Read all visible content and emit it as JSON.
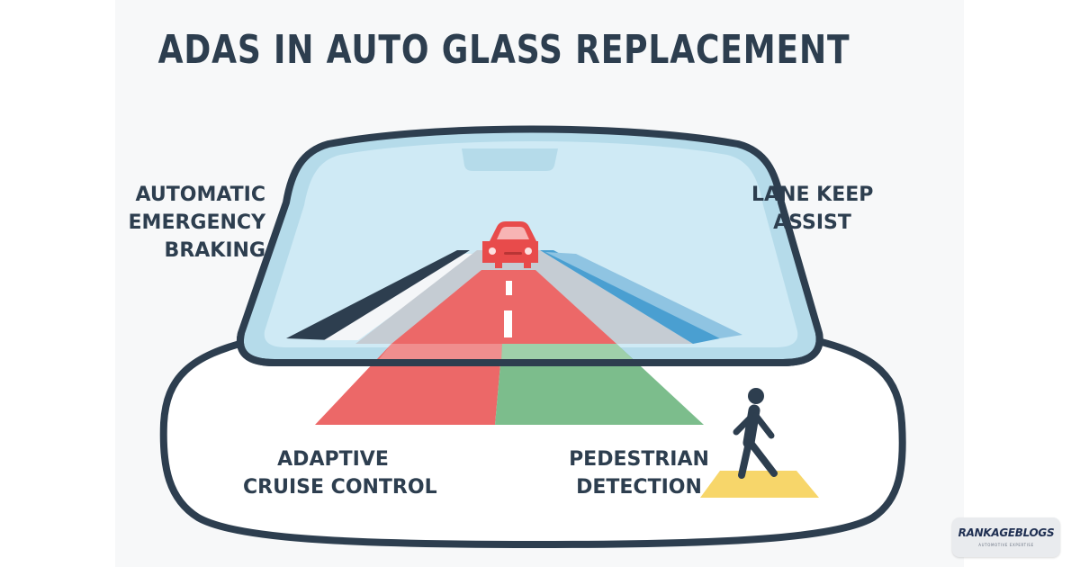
{
  "title": "ADAS IN AUTO GLASS REPLACEMENT",
  "labels": {
    "aeb": [
      "AUTOMATIC",
      "EMERGENCY",
      "BRAKING"
    ],
    "lka": [
      "LANE KEEP",
      "ASSIST"
    ],
    "acc": [
      "ADAPTIVE",
      "CRUISE CONTROL"
    ],
    "ped": [
      "PEDESTRIAN",
      "DETECTION"
    ]
  },
  "colors": {
    "outline": "#2d3e4f",
    "glass": "#cfeaf5",
    "road": "#c5ccd3",
    "braking_zone": "#ec6868",
    "cruise_zone": "#7cbd8c",
    "lane_line": "#4a9fd1",
    "crosswalk": "#f7d66a"
  },
  "icons": [
    "car-icon",
    "pedestrian-icon"
  ],
  "logo": {
    "name": "RANKAGEBLOGS",
    "tagline": "AUTOMOTIVE EXPERTISE"
  }
}
